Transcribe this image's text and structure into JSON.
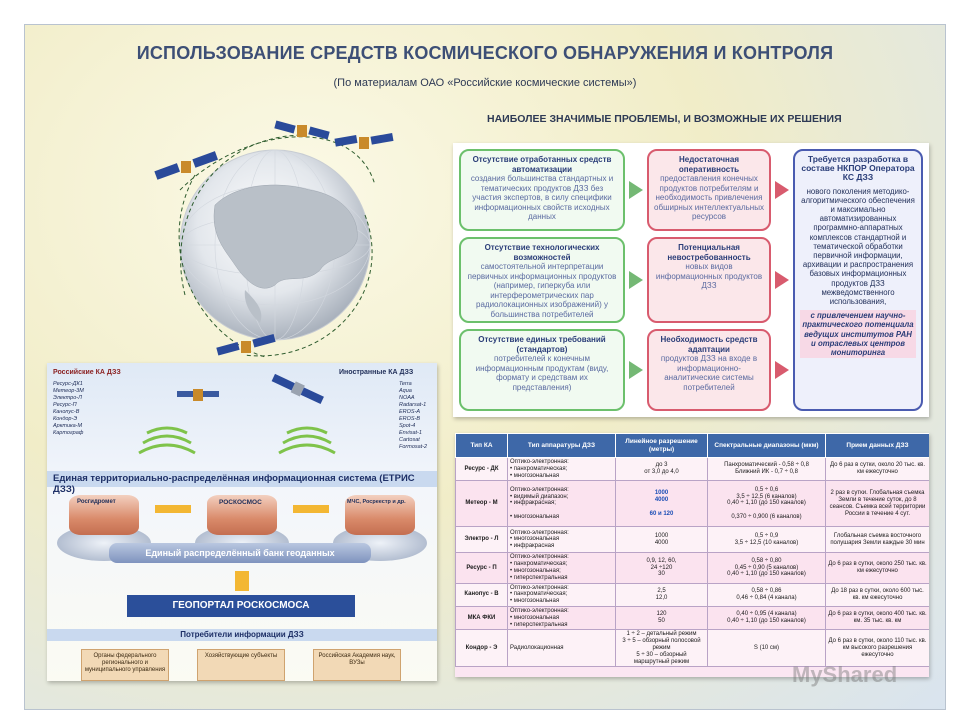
{
  "title": "ИСПОЛЬЗОВАНИЕ СРЕДСТВ КОСМИЧЕСКОГО ОБНАРУЖЕНИЯ И КОНТРОЛЯ",
  "subtitle": "(По материалам ОАО «Российские космические системы»)",
  "problems_heading": "НАИБОЛЕЕ ЗНАЧИМЫЕ ПРОБЛЕМЫ, И ВОЗМОЖНЫЕ ИХ РЕШЕНИЯ",
  "problems": {
    "rows": [
      {
        "problem_title": "Отсутствие отработанных средств автоматизации",
        "problem_text": "создания большинства стандартных и тематических продуктов ДЗЗ без участия экспертов, в силу специфики информационных свойств исходных данных",
        "effect_title": "Недостаточная оперативность",
        "effect_text": "предоставления конечных продуктов потребителям и необходимость привлечения обширных интеллектуальных ресурсов"
      },
      {
        "problem_title": "Отсутствие технологических возможностей",
        "problem_text": "самостоятельной интерпретации первичных информационных продуктов (например, гиперкуба или интерферометрических пар радиолокационных изображений) у большинства потребителей",
        "effect_title": "Потенциальная невостребованность",
        "effect_text": "новых видов информационных продуктов ДЗЗ"
      },
      {
        "problem_title": "Отсутствие единых требований (стандартов)",
        "problem_text": "потребителей к конечным информационным продуктам (виду, формату и средствам их представления)",
        "effect_title": "Необходимость средств адаптации",
        "effect_text": "продуктов ДЗЗ на входе в информационно-аналитические системы потребителей"
      }
    ],
    "solution_title": "Требуется разработка в составе НКПОР Оператора КС ДЗЗ",
    "solution_text": "нового поколения методико-алгоритмического обеспечения и максимально автоматизированных программно-аппаратных комплексов стандартной и тематической обработки первичной информации, архивации и распространения базовых информационных продуктов ДЗЗ межведомственного использования,",
    "solution_note": "с привлечением научно-практического потенциала ведущих институтов РАН и отраслевых центров мониторинга"
  },
  "etris": {
    "russian_label": "Российские КА ДЗЗ",
    "russian_sats": [
      "Ресурс-ДК1",
      "Метеор-3М",
      "Электро-Л",
      "Ресурс-П",
      "Канопус-В",
      "Кондор-Э",
      "Арктика-М",
      "Картограф"
    ],
    "foreign_label": "Иностранные КА ДЗЗ",
    "foreign_sats": [
      "Terra",
      "Aqua",
      "NOAA",
      "Radarsat-1",
      "EROS-A",
      "EROS-B",
      "Spot-4",
      "Envisat-1",
      "Cartosat",
      "Formosat-2"
    ],
    "system_label": "Единая территориально-распределённая информационная система (ЕТРИС ДЗЗ)",
    "node_left": "Росгидромет",
    "node_center": "РОСКОСМОС",
    "node_right": "МЧС, Росреестр и др.",
    "bank_label": "Единый распределённый банк геоданных",
    "geoportal_label": "ГЕОПОРТАЛ РОСКОСМОСА",
    "consumers_label": "Потребители информации ДЗЗ",
    "consumer_boxes": [
      "Органы федерального регионального и муниципального управления",
      "Хозяйствующие субъекты",
      "Российская Академия наук, ВУЗы"
    ]
  },
  "ka_table": {
    "headers": [
      "Тип КА",
      "Тип аппаратуры ДЗЗ",
      "Линейное разрешение (метры)",
      "Спектральные диапазоны (мкм)",
      "Прием данных ДЗЗ"
    ],
    "rows": [
      {
        "name": "Ресурс - ДК",
        "equipment": "Оптико-электронная:\n• панхроматическая;\n• многозональная",
        "resolution": "до 3\nот 3,0 до 4,0",
        "spectral": "Панхроматический - 0,58 ÷ 0,8\nБлижний ИК - 0,7 ÷ 0,8",
        "reception": "До 6 раз в сутки, около 20 тыс. кв. км ежесуточно"
      },
      {
        "name": "Метеор - М",
        "equipment": "Оптико-электронная:\n• видимый диапазон;\n• инфракрасная;\n\n• многозональная",
        "resolution": "1000\n4000\n\n60 и 120",
        "spectral": "0,5 ÷ 0,6\n3,5 ÷ 12,5 (6 каналов)\n0,40 ÷ 1,10 (до 150 каналов)\n\n0,370 ÷ 0,900 (6 каналов)",
        "reception": "2 раз в сутки. Глобальная съемка Земли в течение суток, до 8 сеансов. Съемка всей территории России в течение 4 сут."
      },
      {
        "name": "Электро - Л",
        "equipment": "Оптико-электронная:\n• многозональная\n• инфракрасная",
        "resolution": "1000\n4000",
        "spectral": "0,5 ÷ 0,9\n3,5 ÷ 12,5 (10 каналов)",
        "reception": "Глобальная съемка восточного полушария Земли каждые 30 мин"
      },
      {
        "name": "Ресурс - П",
        "equipment": "Оптико-электронная:\n• панхроматическая;\n• многозональная;\n• гиперспектральная",
        "resolution": "0,9, 12, 60,\n24 ÷120\n30",
        "spectral": "0,58 ÷ 0,80\n0,45 ÷ 0,90 (5 каналов)\n0,40 ÷ 1,10 (до 150 каналов)",
        "reception": "До 6 раз в сутки, около 250 тыс. кв. км ежесуточно"
      },
      {
        "name": "Канопус - В",
        "equipment": "Оптико-электронная:\n• панхроматическая;\n• многозональная",
        "resolution": "2,5\n12,0",
        "spectral": "0,58 ÷ 0,86\n0,46 ÷ 0,84 (4 канала)",
        "reception": "До 18 раз в сутки, около 600 тыс. кв. км ежесуточно"
      },
      {
        "name": "МКА ФКИ",
        "equipment": "Оптико-электронная:\n• многозональная\n• гиперспектральная",
        "resolution": "120\n50",
        "spectral": "0,40 ÷ 0,95 (4 канала)\n0,40 ÷ 1,10 (до 150 каналов)",
        "reception": "До 6 раз в сутки, около 400 тыс. кв. км. 35 тыс. кв. км"
      },
      {
        "name": "Кондор - Э",
        "equipment": "Радиолокационная",
        "resolution": "1 ÷ 2 – детальный режим\n3 ÷ 5 – обзорный полосовой режим\n5 ÷ 30 – обзорный маршрутный режим",
        "spectral": "S (10 см)",
        "reception": "До 6 раз в сутки, около 110 тыс. кв. км высокого разрешения ежесуточно"
      }
    ]
  },
  "watermark": "MyShared",
  "colors": {
    "title": "#3d4f76",
    "green_border": "#6cc06c",
    "red_border": "#d85b6e",
    "blue_border": "#4a5bb0",
    "table_header": "#3e68a8",
    "geoportal": "#2b4f9a"
  }
}
